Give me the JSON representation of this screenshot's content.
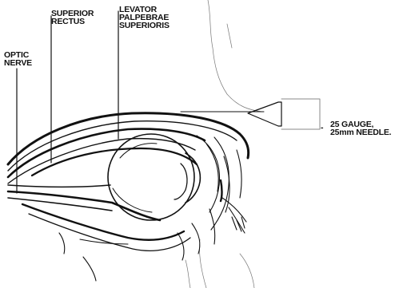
{
  "labels": {
    "optic_nerve": [
      "OPTIC",
      "NERVE"
    ],
    "superior_rectus": [
      "SUPERIOR",
      "RECTUS"
    ],
    "levator": [
      "LEVATOR",
      "PALPEBRAE",
      "SUPERIORIS"
    ],
    "needle_dash": "-",
    "needle": [
      "25 GAUGE,",
      "25mm NEEDLE."
    ]
  },
  "colors": {
    "ink": "#111111",
    "background": "#ffffff"
  }
}
